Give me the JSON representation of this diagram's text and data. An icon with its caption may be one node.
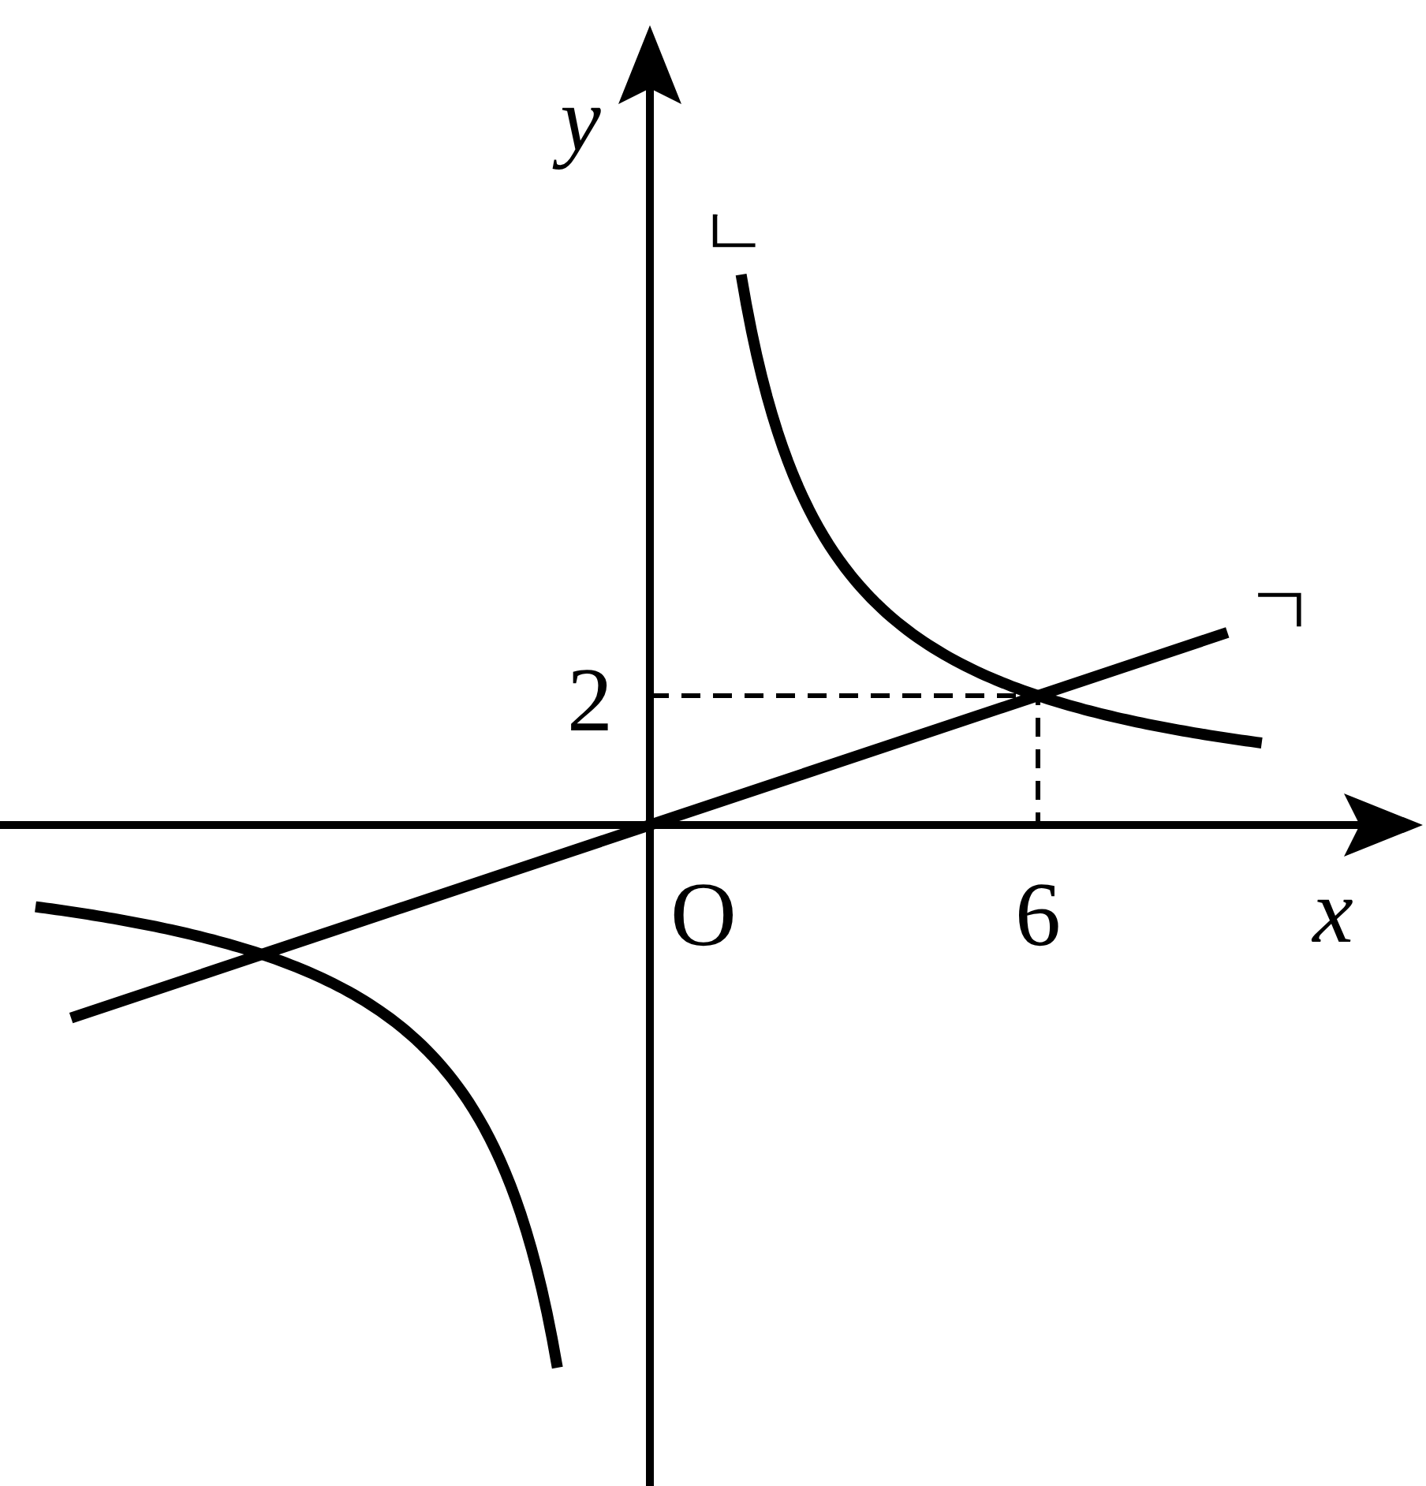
{
  "diagram": {
    "labels": [
      "y",
      "ㄴ",
      "ㄱ",
      "2",
      "O",
      "6",
      "x"
    ]
  }
}
